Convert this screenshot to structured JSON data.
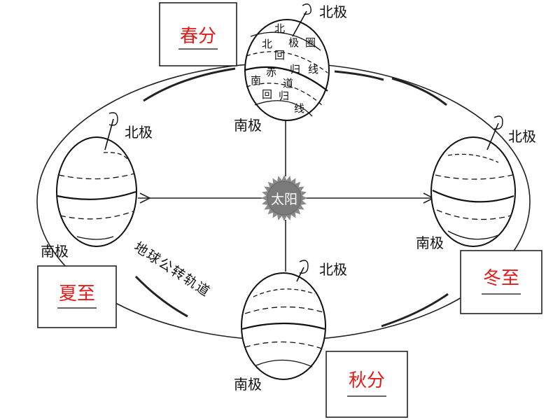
{
  "sun_label": "太阳",
  "orbit_label": "地球公转轨道",
  "north_pole": "北极",
  "south_pole": "南极",
  "seasons": {
    "spring": "春分",
    "summer": "夏至",
    "autumn": "秋分",
    "winter": "冬至"
  },
  "latitude_lines": {
    "arctic_circle": "北极圈",
    "tropic_cancer": "北回归线",
    "equator": "赤道",
    "tropic_capricorn": "南回归线"
  }
}
